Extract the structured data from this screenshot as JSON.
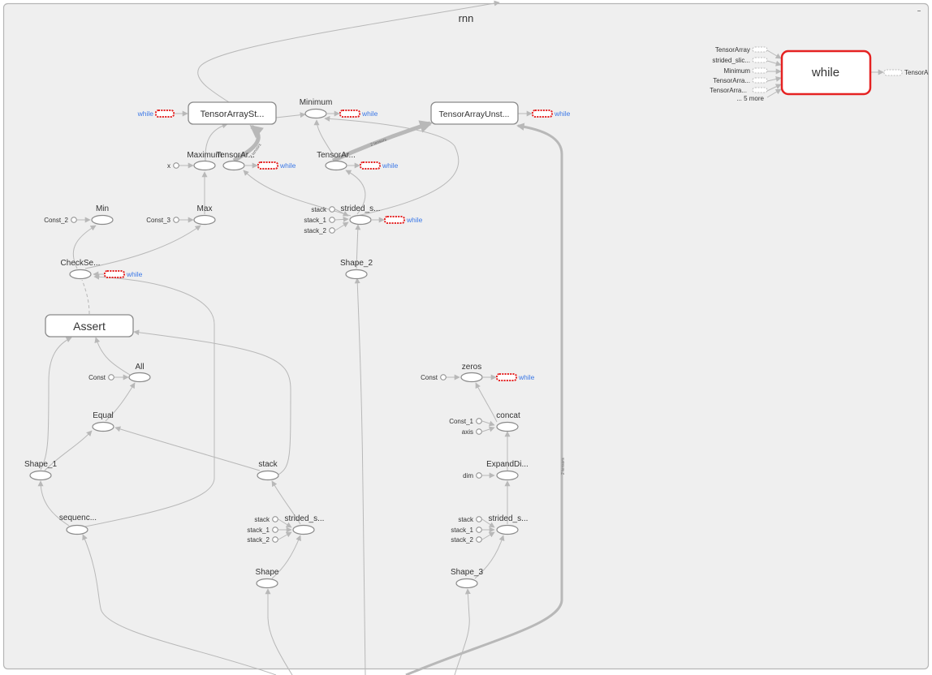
{
  "graph": {
    "scope_title": "rnn",
    "collapse_glyph": "−",
    "while_label": "while",
    "big_nodes": {
      "tensor_array_stack": "TensorArraySt...",
      "tensor_array_unstack": "TensorArrayUnst...",
      "assert": "Assert"
    },
    "ops": {
      "minimum": "Minimum",
      "maximum": "Maximum",
      "tensor_array_1": "TensorAr...",
      "tensor_array_2": "TensorAr...",
      "min": "Min",
      "max": "Max",
      "strided_slice_1": "strided_s...",
      "check_seq": "CheckSe...",
      "shape_2": "Shape_2",
      "all": "All",
      "equal": "Equal",
      "zeros": "zeros",
      "concat": "concat",
      "shape_1": "Shape_1",
      "stack": "stack",
      "expand_dims": "ExpandDi...",
      "sequence": "sequenc...",
      "strided_slice_2": "strided_s...",
      "strided_slice_3": "strided_s...",
      "shape": "Shape",
      "shape_3": "Shape_3"
    },
    "consts": {
      "x": "x",
      "const_2": "Const_2",
      "const_3": "Const_3",
      "const": "Const",
      "const_b": "Const",
      "const_1": "Const_1",
      "axis": "axis",
      "dim": "dim",
      "stack": "stack",
      "stack_1": "stack_1",
      "stack_2": "stack_2"
    },
    "edge_labels": {
      "two_tensors_a": "2 tensors",
      "two_tensors_b": "2 tensors",
      "two_tensors_c": "2 tensors"
    },
    "while_inputs": [
      "TensorArray",
      "strided_slic...",
      "Minimum",
      "TensorArra...",
      "TensorArra..."
    ],
    "while_more": "... 5 more",
    "while_output": "TensorA"
  }
}
